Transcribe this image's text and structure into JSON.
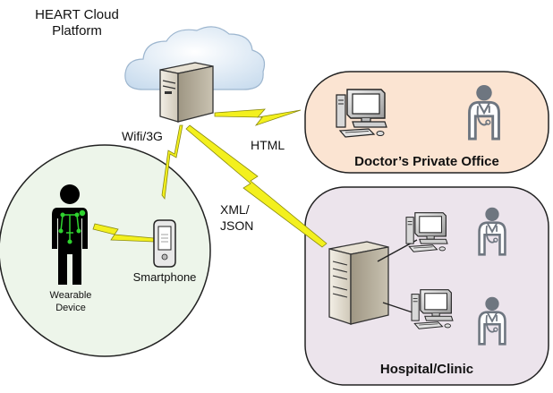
{
  "platform": {
    "title_line1": "HEART Cloud",
    "title_line2": "Platform"
  },
  "links": {
    "wifi": "Wifi/3G",
    "html": "HTML",
    "xml_line1": "XML/",
    "xml_line2": "JSON"
  },
  "doctor_office": {
    "label": "Doctor’s Private Office"
  },
  "hospital": {
    "label": "Hospital/Clinic"
  },
  "patient": {
    "wearable_line1": "Wearable",
    "wearable_line2": "Device",
    "smartphone": "Smartphone"
  },
  "colors": {
    "office_bg": "#fbe4d2",
    "hospital_bg": "#ece4ec",
    "cloud": "#d7e6f3",
    "lightning": "#f3f01e",
    "wearable_sensor": "#2fd22f"
  },
  "icons": [
    "cloud-icon",
    "server-icon",
    "lightning-icon",
    "computer-icon",
    "doctor-icon",
    "person-icon",
    "smartphone-icon"
  ]
}
